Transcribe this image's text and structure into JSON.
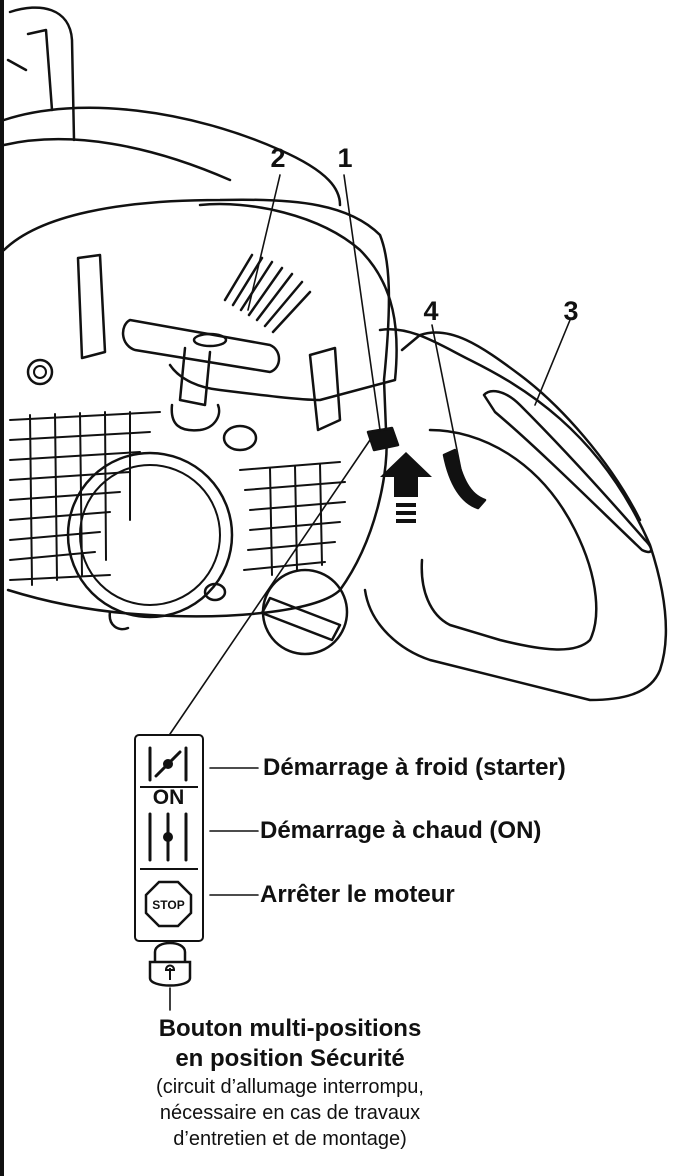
{
  "callouts": [
    "1",
    "2",
    "3",
    "4"
  ],
  "switch_panel": {
    "on_label": "ON",
    "stop_label": "STOP",
    "icons": [
      "choke-icon",
      "warm-start-icon",
      "stop-icon",
      "padlock-icon"
    ]
  },
  "modes": {
    "cold_start": "Démarrage à froid (starter)",
    "warm_start": "Démarrage à chaud (ON)",
    "stop": "Arrêter le moteur"
  },
  "caption": {
    "title_line1": "Bouton multi-positions",
    "title_line2": "en position Sécurité",
    "note_line1": "(circuit d’allumage interrompu,",
    "note_line2": "nécessaire en cas de travaux",
    "note_line3": "d’entretien et de montage)"
  }
}
